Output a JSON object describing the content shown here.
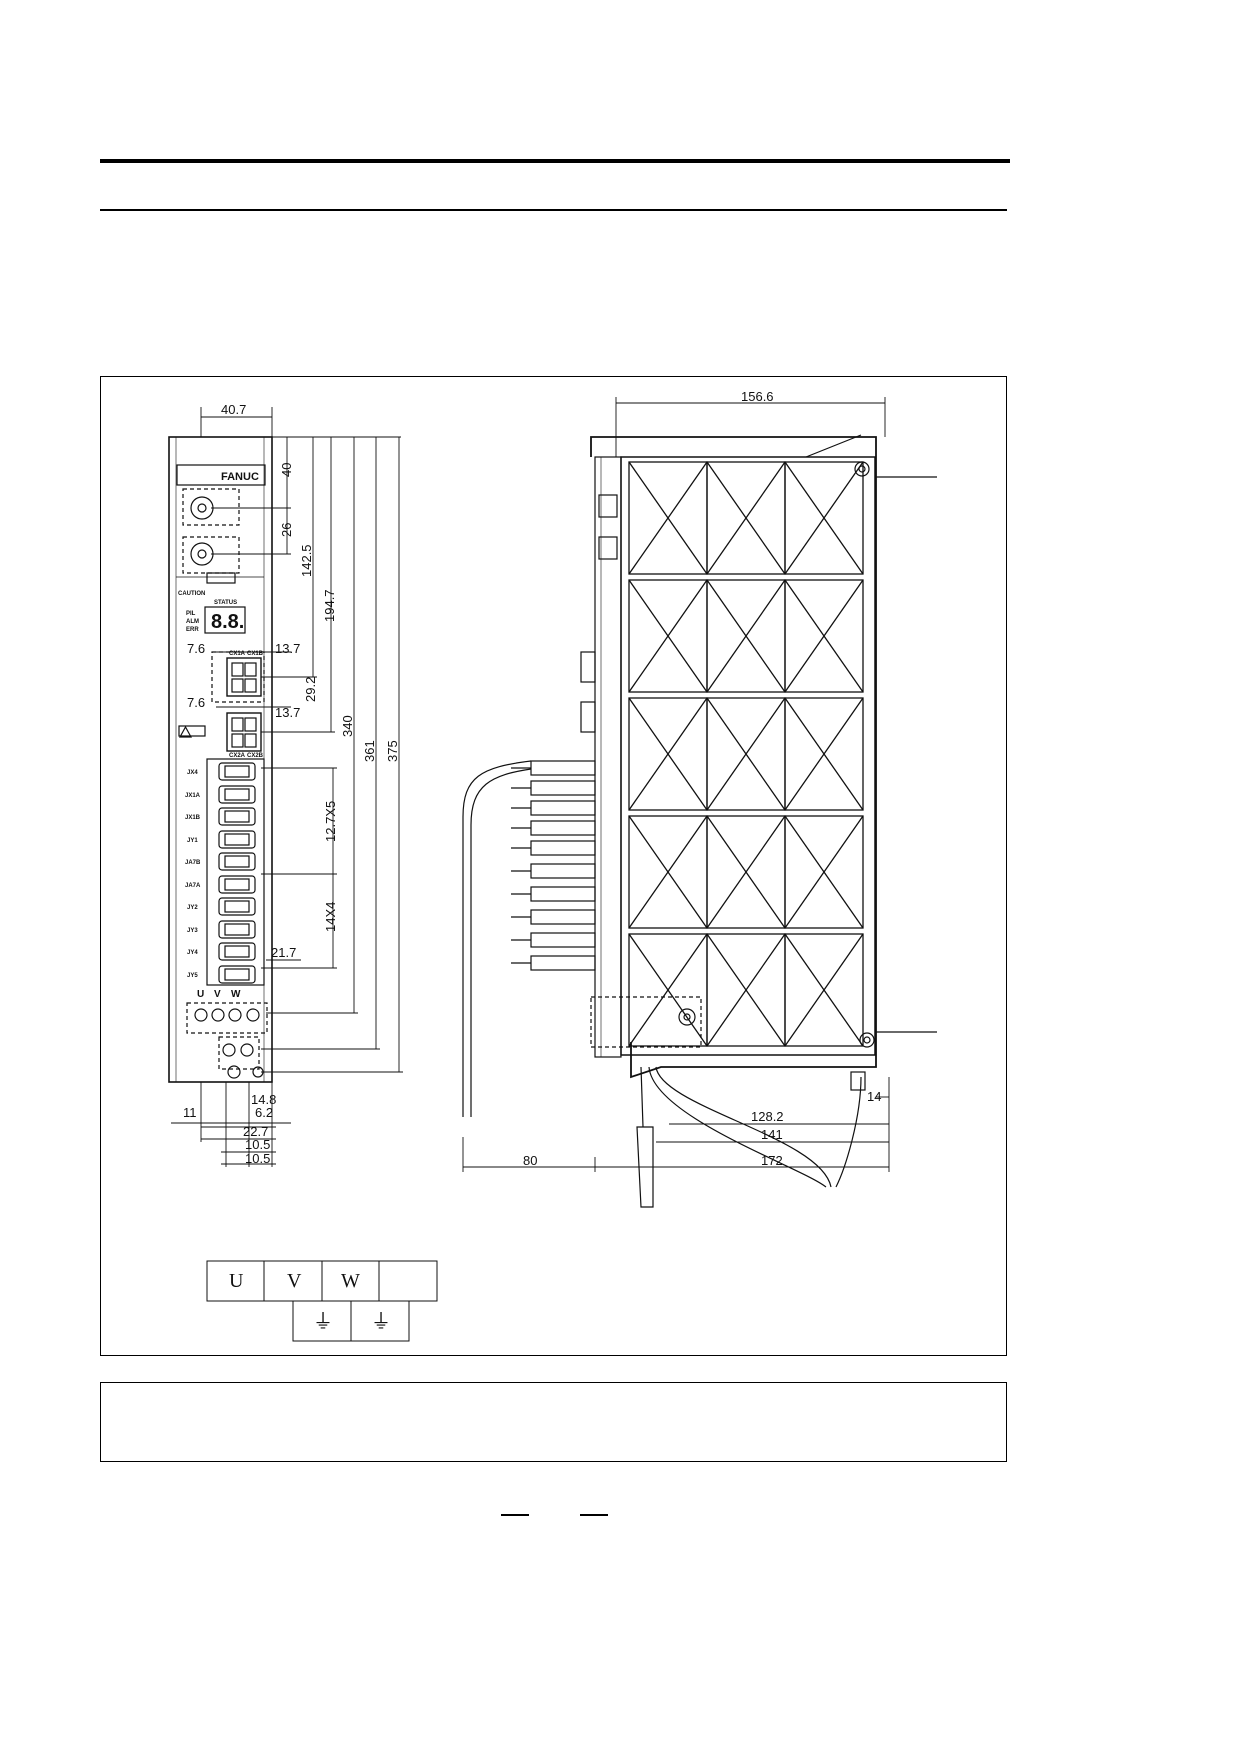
{
  "brand": "FANUC",
  "front_view": {
    "labels": {
      "caution": "CAUTION",
      "status": "STATUS",
      "pil": "PIL",
      "alm": "ALM",
      "err": "ERR",
      "seg_display": "8.8.",
      "cx1a": "CX1A",
      "cx1b": "CX1B",
      "cx2a": "CX2A",
      "cx2b": "CX2B",
      "terminals": [
        "U",
        "V",
        "W"
      ]
    },
    "connectors": [
      "JX4",
      "JX1A",
      "JX1B",
      "JY1",
      "JA7B",
      "JA7A",
      "JY2",
      "JY3",
      "JY4",
      "JY5"
    ],
    "dimensions": {
      "width": "40.7",
      "d40": "40",
      "d26": "26",
      "d142_5": "142.5",
      "d194_7": "194.7",
      "d340": "340",
      "d361": "361",
      "d375": "375",
      "d7_6a": "7.6",
      "d13_7a": "13.7",
      "d29_2": "29.2",
      "d7_6b": "7.6",
      "d13_7b": "13.7",
      "d12_7x5": "12.7X5",
      "d14x4": "14X4",
      "d21_7": "21.7",
      "d14_8": "14.8",
      "d11": "11",
      "d6_2": "6.2",
      "d22_7": "22.7",
      "d10_5a": "10.5",
      "d10_5b": "10.5"
    }
  },
  "side_view": {
    "dimensions": {
      "depth": "156.6",
      "d128_2": "128.2",
      "d141": "141",
      "d172": "172",
      "d80": "80",
      "d14": "14"
    }
  },
  "terminal_table": {
    "top_row": [
      "U",
      "V",
      "W",
      ""
    ],
    "bottom_row": [
      "⏚",
      "⏚"
    ]
  },
  "note_box": {
    "text": ""
  }
}
